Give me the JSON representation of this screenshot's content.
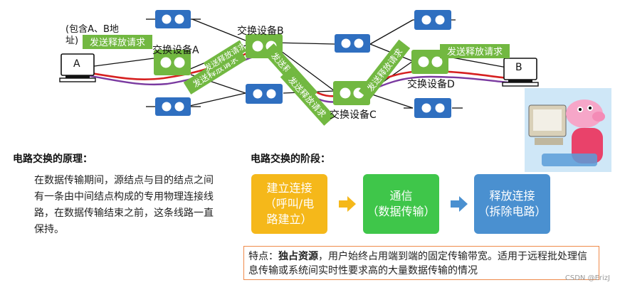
{
  "labels": {
    "host_a_note": "(包含A、B地\n址)",
    "host_a": "A",
    "host_b": "B",
    "switch_a": "交换设备A",
    "switch_b": "交换设备B",
    "switch_c": "交换设备C",
    "switch_d": "交换设备D",
    "release_request": "发送释放请求"
  },
  "principle": {
    "title": "电路交换的原理：",
    "text": "在数据传输期间，源结点与目的结点之间有一条由中间结点构成的专用物理连接线路，在数据传输结束之前，这条线路一直保持。"
  },
  "stages": {
    "title": "电路交换的阶段：",
    "items": [
      {
        "label": "建立连接\n（呼叫/电\n路建立）",
        "color": "#f5b81a"
      },
      {
        "label": "通信\n（数据传输）",
        "color": "#3fc64a"
      },
      {
        "label": "释放连接\n（拆除电路）",
        "color": "#4a90d0"
      }
    ]
  },
  "note": {
    "prefix": "特点：",
    "bold": "独占资源",
    "text": "，用户始终占用端到端的固定传输带宽。适用于远程批处理信息传输或系统间实时性要求高的大量数据传输的情况"
  },
  "watermark": "CSDN @ErizJ",
  "colors": {
    "switch_green": "#72b841",
    "switch_blue": "#2f6fc0",
    "path_red": "#d62020",
    "path_purple": "#7a3aa0"
  }
}
